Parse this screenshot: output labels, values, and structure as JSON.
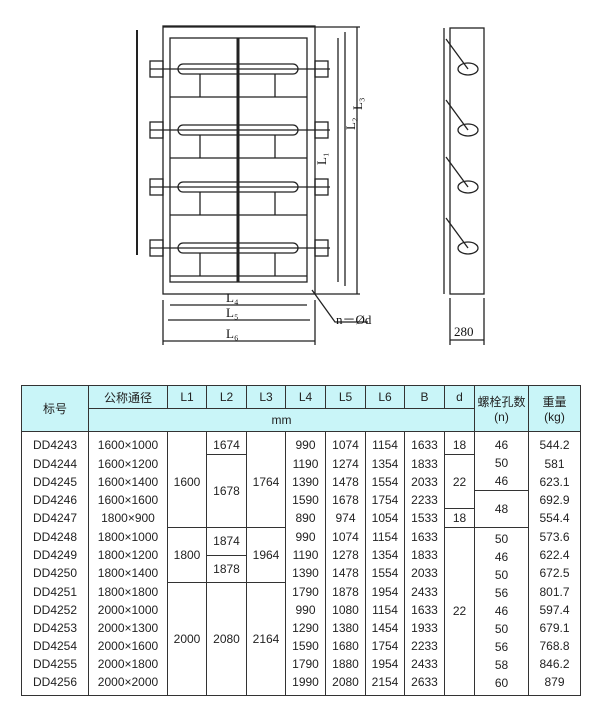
{
  "drawing": {
    "labels": {
      "l1": "L₁",
      "l2": "L₂",
      "l3": "L₃",
      "l4": "L₄",
      "l5": "L₅",
      "l6": "L₆",
      "holes": "n－Ød",
      "depth": "280"
    }
  },
  "table": {
    "headers": {
      "code": "标号",
      "nominal": "公称通径",
      "l1": "L1",
      "l2": "L2",
      "l3": "L3",
      "l4": "L4",
      "l5": "L5",
      "l6": "L6",
      "b": "B",
      "d": "d",
      "bolts": "螺栓孔数",
      "bolts_unit": "(n)",
      "weight": "重量",
      "weight_unit": "(kg)",
      "unit": "mm"
    },
    "rows": [
      {
        "code": "DD4243",
        "nominal": "1600×1000",
        "l4": "990",
        "l5": "1074",
        "l6": "1154",
        "b": "1633",
        "weight": "544.2"
      },
      {
        "code": "DD4244",
        "nominal": "1600×1200",
        "l4": "1190",
        "l5": "1274",
        "l6": "1354",
        "b": "1833",
        "weight": "581"
      },
      {
        "code": "DD4245",
        "nominal": "1600×1400",
        "l4": "1390",
        "l5": "1478",
        "l6": "1554",
        "b": "2033",
        "weight": "623.1"
      },
      {
        "code": "DD4246",
        "nominal": "1600×1600",
        "l4": "1590",
        "l5": "1678",
        "l6": "1754",
        "b": "2233",
        "weight": "692.9"
      },
      {
        "code": "DD4247",
        "nominal": "1800×900",
        "l4": "890",
        "l5": "974",
        "l6": "1054",
        "b": "1533",
        "weight": "554.4"
      },
      {
        "code": "DD4248",
        "nominal": "1800×1000",
        "l4": "990",
        "l5": "1074",
        "l6": "1154",
        "b": "1633",
        "weight": "573.6"
      },
      {
        "code": "DD4249",
        "nominal": "1800×1200",
        "l4": "1190",
        "l5": "1278",
        "l6": "1354",
        "b": "1833",
        "weight": "622.4"
      },
      {
        "code": "DD4250",
        "nominal": "1800×1400",
        "l4": "1390",
        "l5": "1478",
        "l6": "1554",
        "b": "2033",
        "weight": "672.5"
      },
      {
        "code": "DD4251",
        "nominal": "1800×1800",
        "l4": "1790",
        "l5": "1878",
        "l6": "1954",
        "b": "2433",
        "weight": "801.7"
      },
      {
        "code": "DD4252",
        "nominal": "2000×1000",
        "l4": "990",
        "l5": "1080",
        "l6": "1154",
        "b": "1633",
        "weight": "597.4"
      },
      {
        "code": "DD4253",
        "nominal": "2000×1300",
        "l4": "1290",
        "l5": "1380",
        "l6": "1454",
        "b": "1933",
        "weight": "679.1"
      },
      {
        "code": "DD4254",
        "nominal": "2000×1600",
        "l4": "1590",
        "l5": "1680",
        "l6": "1754",
        "b": "2233",
        "weight": "768.8"
      },
      {
        "code": "DD4255",
        "nominal": "2000×1800",
        "l4": "1790",
        "l5": "1880",
        "l6": "1954",
        "b": "2433",
        "weight": "846.2"
      },
      {
        "code": "DD4256",
        "nominal": "2000×2000",
        "l4": "1990",
        "l5": "2080",
        "l6": "2154",
        "b": "2633",
        "weight": "879"
      }
    ],
    "l1_groups": [
      {
        "values": [
          "1600"
        ],
        "rows": 5
      },
      {
        "values": [
          "1800"
        ],
        "rows": 3
      },
      {
        "values": [
          "2000"
        ],
        "rows": 6
      }
    ],
    "l2_groups": [
      {
        "values": [
          "1674"
        ],
        "rows": 1
      },
      {
        "values": [
          "1678"
        ],
        "rows": 4
      },
      {
        "values": [
          "1874",
          "1878"
        ],
        "rows": 3
      },
      {
        "values": [
          "2080"
        ],
        "rows": 6
      }
    ],
    "l3_groups": [
      {
        "values": [
          "1764"
        ],
        "rows": 5
      },
      {
        "values": [
          "1964"
        ],
        "rows": 3
      },
      {
        "values": [
          "2164"
        ],
        "rows": 6
      }
    ],
    "d_groups": [
      {
        "values": [
          "18"
        ],
        "rows": 1
      },
      {
        "values": [
          "22"
        ],
        "rows": 3
      },
      {
        "values": [
          "18"
        ],
        "rows": 1
      },
      {
        "values": [
          "22"
        ],
        "rows": 9
      }
    ],
    "n_groups": [
      {
        "values": [
          "46",
          "50",
          "46"
        ],
        "rows": 3
      },
      {
        "values": [
          "48"
        ],
        "rows": 2
      },
      {
        "values": [
          "50",
          "46",
          "50",
          "56",
          "46",
          "50",
          "56",
          "58",
          "60"
        ],
        "rows": 9
      }
    ]
  }
}
